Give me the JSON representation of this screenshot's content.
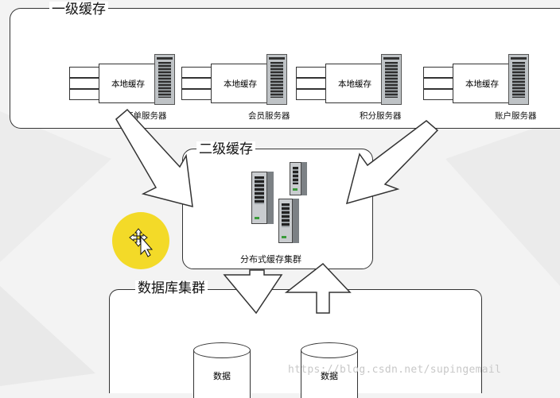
{
  "level1": {
    "label": "一级缓存",
    "servers": [
      {
        "cache_label": "本地缓存",
        "name": "订单服务器"
      },
      {
        "cache_label": "本地缓存",
        "name": "会员服务器"
      },
      {
        "cache_label": "本地缓存",
        "name": "积分服务器"
      },
      {
        "cache_label": "本地缓存",
        "name": "账户服务器"
      }
    ]
  },
  "level2": {
    "label": "二级缓存",
    "cluster_label": "分布式缓存集群"
  },
  "database": {
    "label": "数据库集群",
    "nodes": [
      "数据",
      "数据"
    ]
  },
  "watermark": "https://blog.csdn.net/supingemail",
  "colors": {
    "background": "#f3f3f3",
    "cursor_highlight": "#f2d81c",
    "stroke": "#333333"
  },
  "icons": [
    "server-tower-icon",
    "server-rack-icon",
    "database-cylinder-icon",
    "move-cursor-icon",
    "hollow-arrow-icon"
  ]
}
